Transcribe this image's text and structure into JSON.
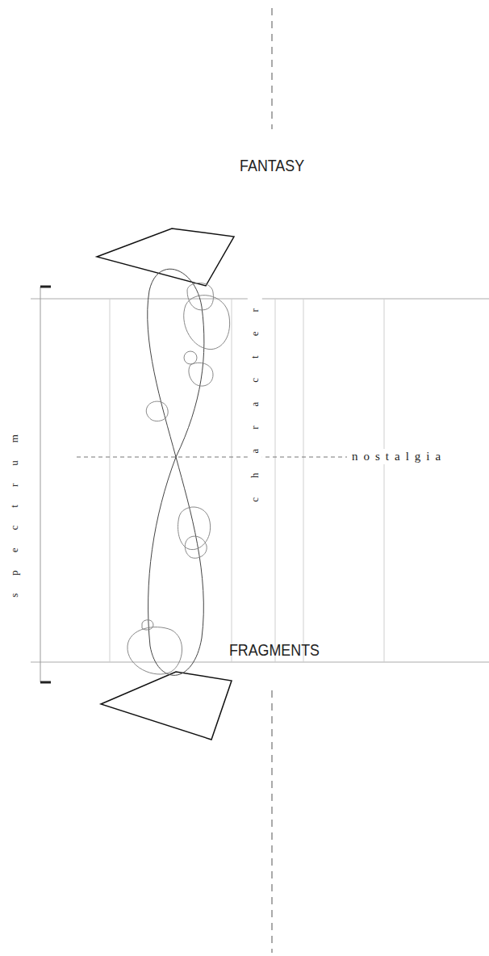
{
  "diagram": {
    "labels": [
      "FANTASY",
      "spectrum",
      "character",
      "nostalgia",
      "FRAGMENTS"
    ]
  }
}
